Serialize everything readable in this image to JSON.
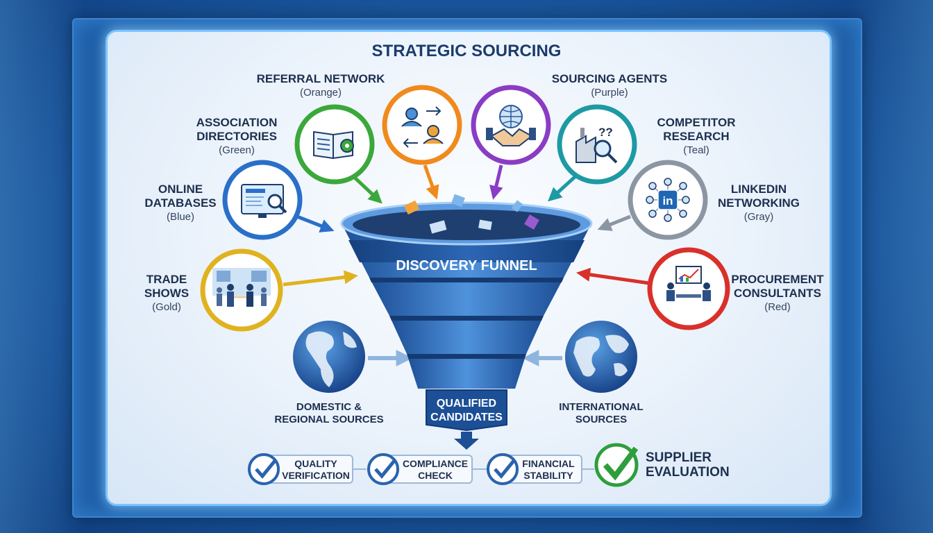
{
  "title": "STRATEGIC SOURCING",
  "colors": {
    "orange": "#f08a1c",
    "purple": "#8a3cc4",
    "green": "#3aa83a",
    "teal": "#1d9aa3",
    "blue": "#2a6fc9",
    "gray": "#8c96a3",
    "gold": "#e0b21e",
    "red": "#d9302a",
    "funnel": "#2f6fbf",
    "check": "#2a63ad",
    "check_final": "#2e9e3c"
  },
  "channels": [
    {
      "line1": "REFERRAL NETWORK",
      "line2": "",
      "color_name": "(Orange)",
      "icon": "people-exchange-icon"
    },
    {
      "line1": "SOURCING AGENTS",
      "line2": "",
      "color_name": "(Purple)",
      "icon": "handshake-globe-icon"
    },
    {
      "line1": "ASSOCIATION",
      "line2": "DIRECTORIES",
      "color_name": "(Green)",
      "icon": "directory-book-icon"
    },
    {
      "line1": "COMPETITOR",
      "line2": "RESEARCH",
      "color_name": "(Teal)",
      "icon": "factory-magnifier-icon"
    },
    {
      "line1": "ONLINE",
      "line2": "DATABASES",
      "color_name": "(Blue)",
      "icon": "database-screen-icon"
    },
    {
      "line1": "LINKEDIN",
      "line2": "NETWORKING",
      "color_name": "(Gray)",
      "icon": "linkedin-network-icon"
    },
    {
      "line1": "TRADE",
      "line2": "SHOWS",
      "color_name": "(Gold)",
      "icon": "trade-show-icon"
    },
    {
      "line1": "PROCUREMENT",
      "line2": "CONSULTANTS",
      "color_name": "(Red)",
      "icon": "consultants-meeting-icon"
    }
  ],
  "funnel": {
    "label": "DISCOVERY FUNNEL",
    "output_line1": "QUALIFIED",
    "output_line2": "CANDIDATES"
  },
  "sources": [
    {
      "line1": "DOMESTIC &",
      "line2": "REGIONAL SOURCES",
      "icon": "globe-americas-icon"
    },
    {
      "line1": "INTERNATIONAL",
      "line2": "SOURCES",
      "icon": "globe-world-icon"
    }
  ],
  "checks": [
    {
      "line1": "QUALITY",
      "line2": "VERIFICATION"
    },
    {
      "line1": "COMPLIANCE",
      "line2": "CHECK"
    },
    {
      "line1": "FINANCIAL",
      "line2": "STABILITY"
    }
  ],
  "final": {
    "line1": "SUPPLIER",
    "line2": "EVALUATION"
  }
}
